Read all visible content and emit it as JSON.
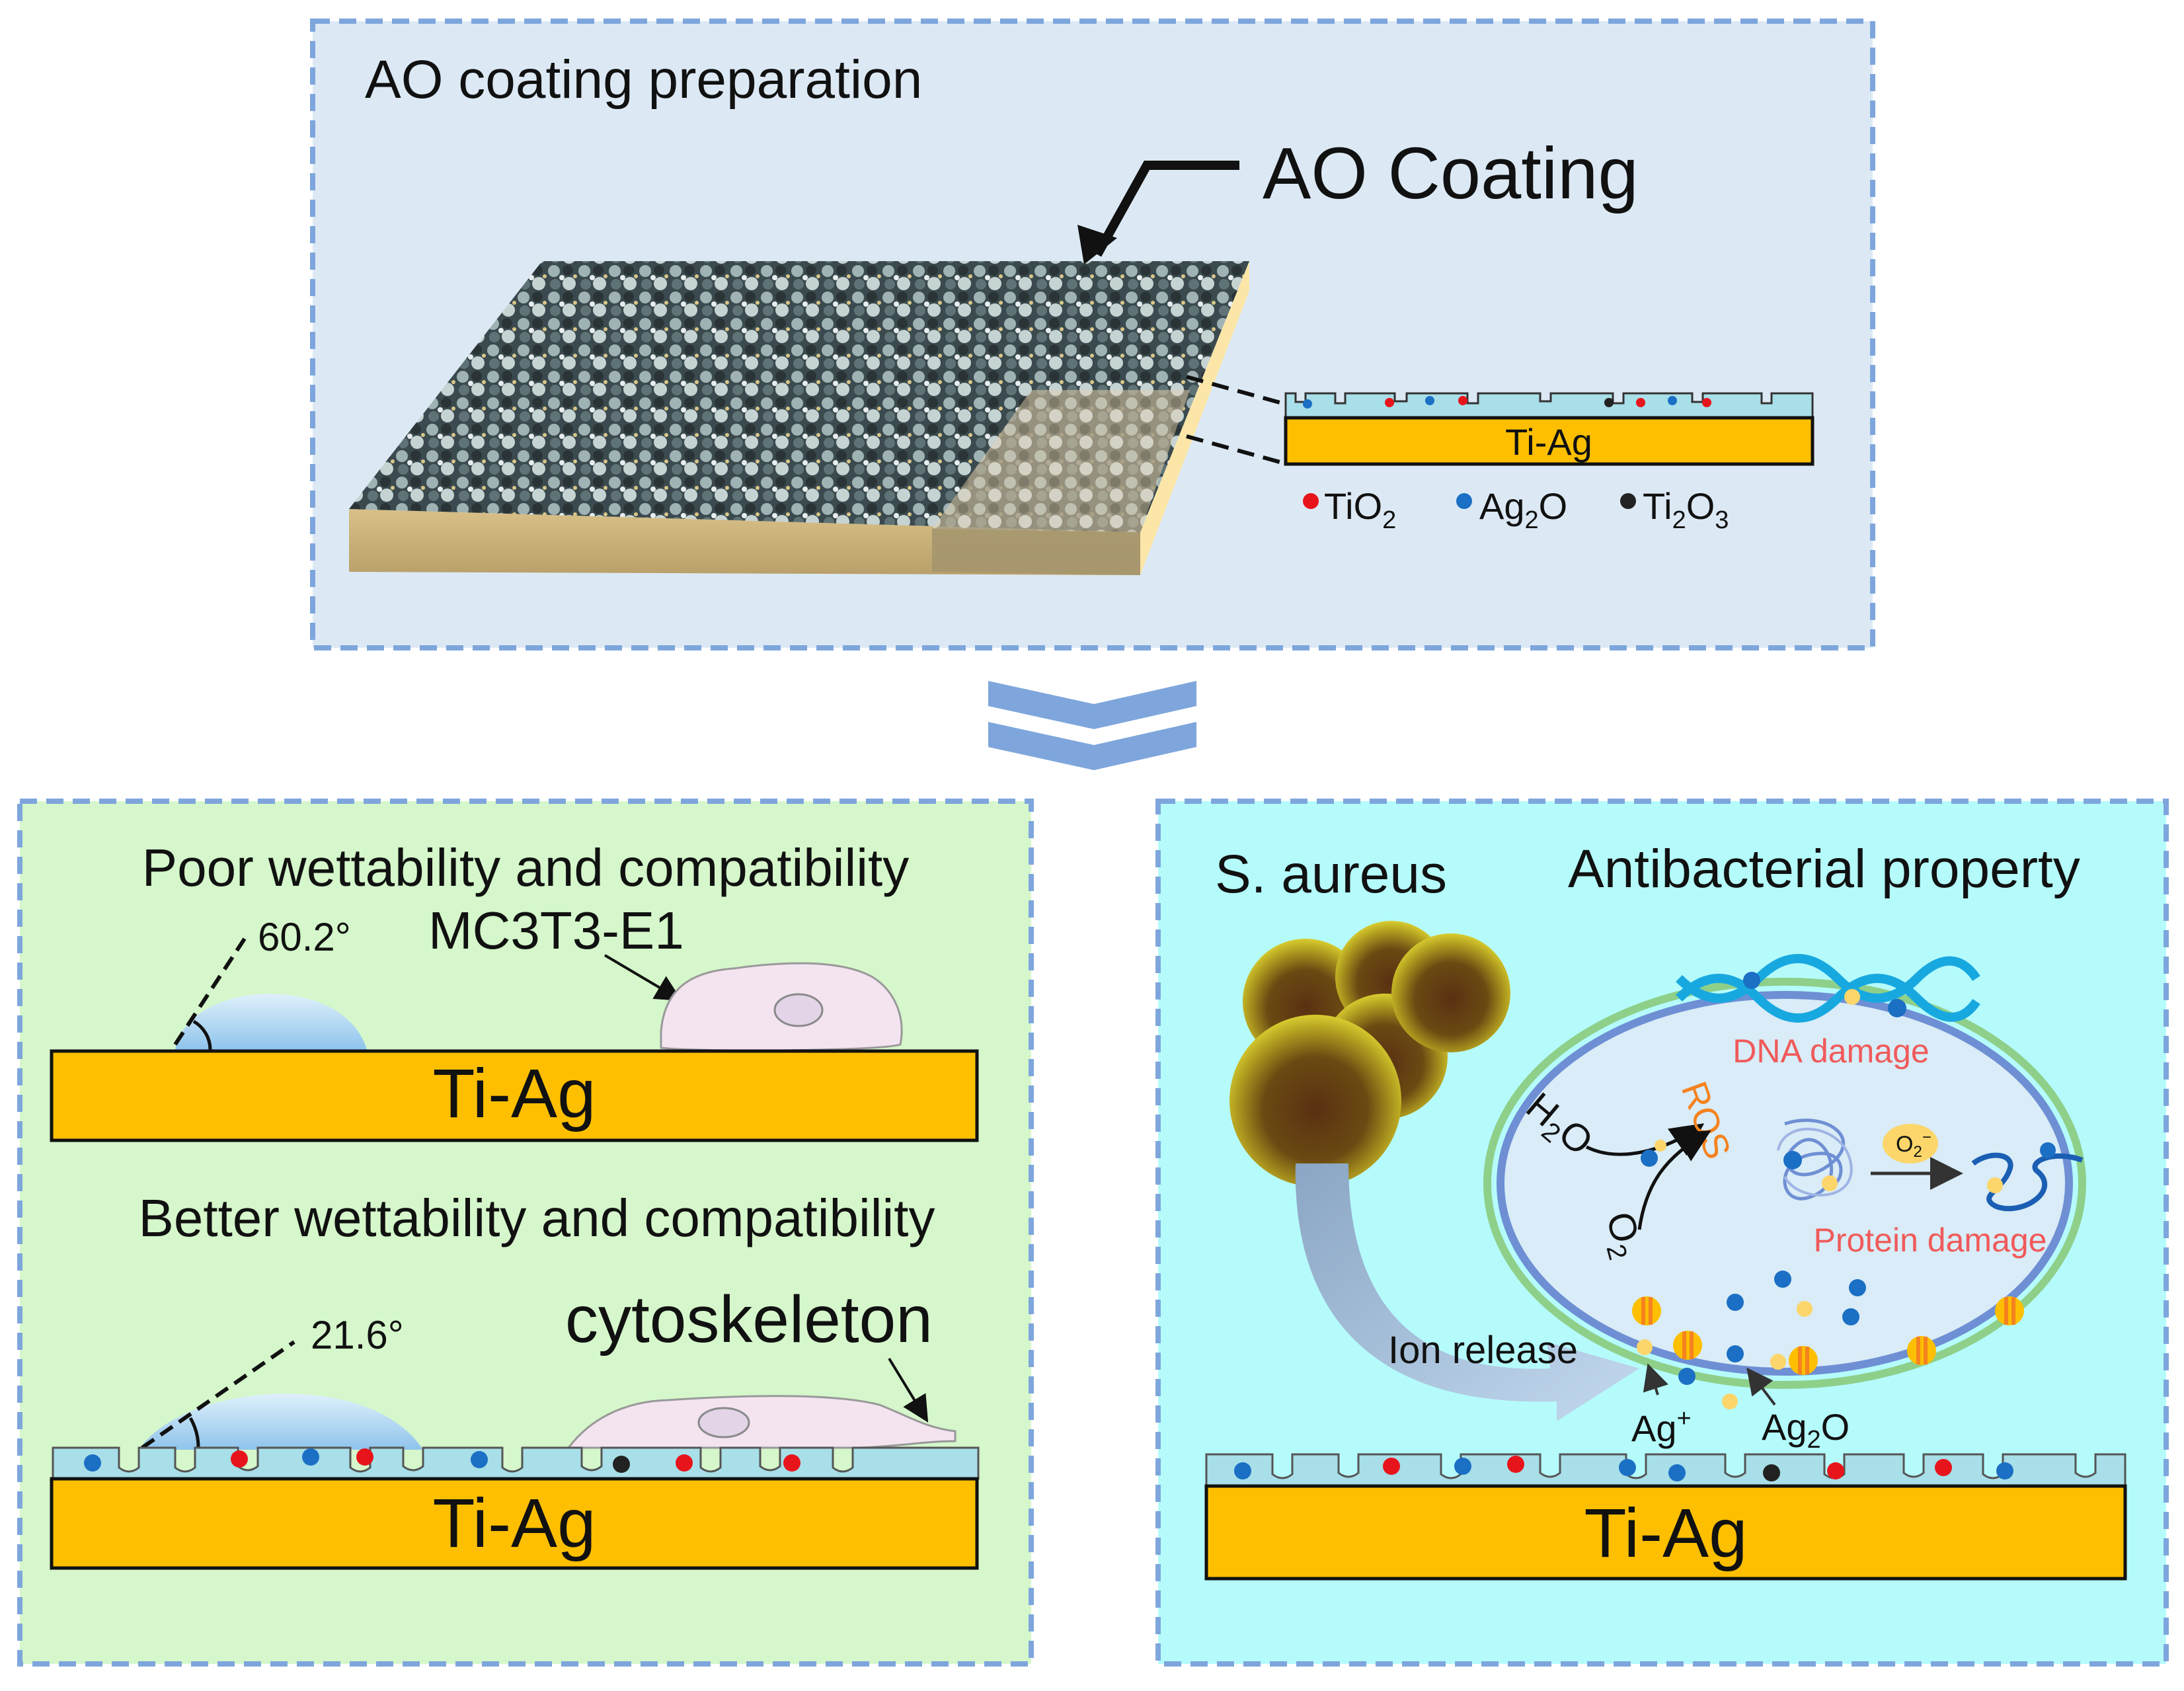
{
  "top_panel": {
    "title": "AO coating preparation",
    "coating_label": "AO Coating",
    "substrate_label": "Ti-Ag",
    "legend": [
      {
        "name": "TiO2",
        "base": "TiO",
        "sub": "2",
        "tail": "",
        "tailsub": "",
        "color": "#e8141c"
      },
      {
        "name": "Ag2O",
        "base": "Ag",
        "sub": "2",
        "tail": "O",
        "tailsub": "",
        "color": "#1b6fc4"
      },
      {
        "name": "Ti2O3",
        "base": "Ti",
        "sub": "2",
        "tail": "O",
        "tailsub": "3",
        "color": "#222222"
      }
    ]
  },
  "flow_arrow": "double-chevron-down",
  "left_panel": {
    "poor_heading": "Poor wettability and compatibility",
    "poor_angle": "60.2°",
    "cell_label": "MC3T3-E1",
    "substrate_label": "Ti-Ag",
    "better_heading": "Better wettability and compatibility",
    "better_angle": "21.6°",
    "cytoskeleton_label": "cytoskeleton",
    "substrate_label_2": "Ti-Ag"
  },
  "right_panel": {
    "bacteria_label": "S. aureus",
    "heading": "Antibacterial property",
    "dna_label": "DNA damage",
    "ros_label": "ROS",
    "h2o_base": "H",
    "h2o_sub": "2",
    "h2o_tail": "O",
    "o2_base": "O",
    "o2_sub": "2",
    "superoxide_base": "O",
    "superoxide_sub": "2",
    "superoxide_sup": "−",
    "protein_label": "Protein damage",
    "ion_release_label": "Ion release",
    "ag_ion_base": "Ag",
    "ag_ion_sup": "+",
    "ag2o_base": "Ag",
    "ag2o_sub": "2",
    "ag2o_tail": "O",
    "substrate_label": "Ti-Ag"
  },
  "colors": {
    "top_bg": "#dce9f5",
    "left_bg": "#d5f7cb",
    "right_bg": "#b5fbfc",
    "panel_border": "#7ea6dc",
    "substrate": "#fdbf00",
    "coating": "#a8dfe8",
    "red_dot": "#e8141c",
    "blue_dot": "#1b6fc4",
    "black_dot": "#222222",
    "yellow_dot": "#fcd66a",
    "dna_red": "#f05a5a",
    "ros_orange": "#f5821f"
  }
}
